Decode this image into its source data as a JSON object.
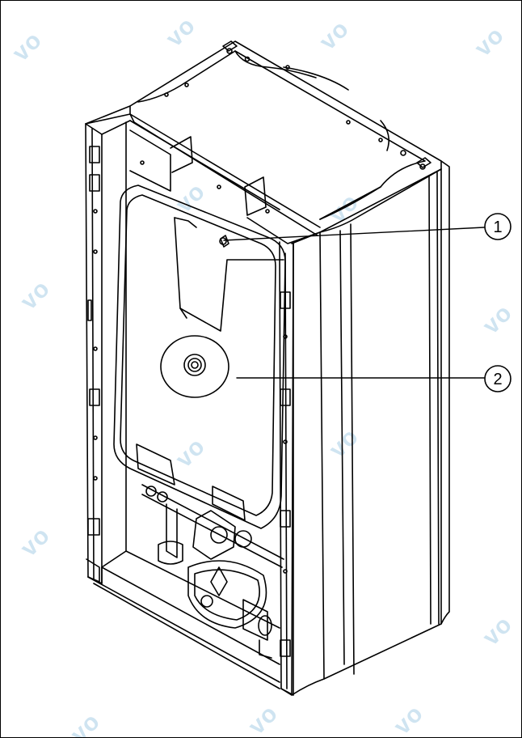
{
  "watermark": {
    "text": "vo",
    "color": "#cfe4f1"
  },
  "callouts": [
    {
      "number": "1"
    },
    {
      "number": "2"
    }
  ],
  "colors": {
    "stroke": "#000000",
    "background": "#ffffff"
  }
}
